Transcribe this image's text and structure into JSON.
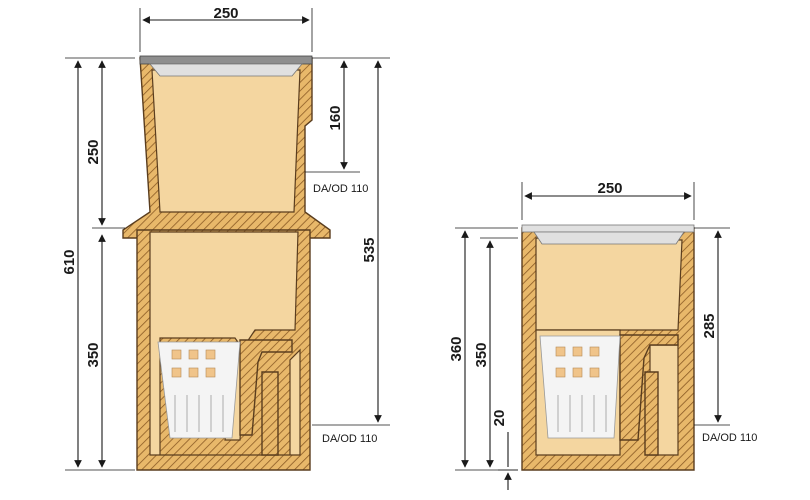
{
  "left_unit": {
    "width": "250",
    "upper_height": "250",
    "lower_height": "350",
    "total_height": "610",
    "inlet_depth": "160",
    "outlet_height": "535",
    "inlet_label": "DA/OD 110",
    "outlet_label": "DA/OD 110"
  },
  "right_unit": {
    "width": "250",
    "total_height": "360",
    "inner_height": "350",
    "bottom_offset": "20",
    "outlet_height": "285",
    "outlet_label": "DA/OD 110"
  },
  "colors": {
    "body": "#e8b86a",
    "cavity": "#f4d6a0",
    "outline": "#5a3d1e",
    "grate_dark": "#8e8e8e",
    "grate_light": "#e0e0e0",
    "basket": "#f4f4f4"
  }
}
